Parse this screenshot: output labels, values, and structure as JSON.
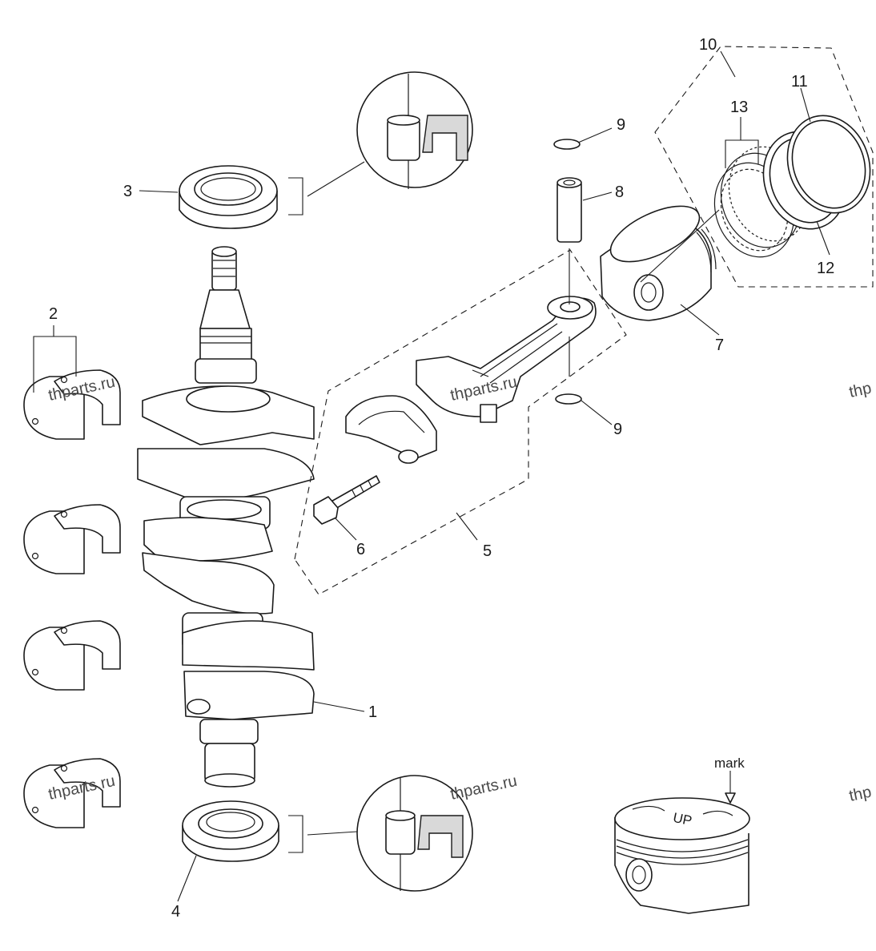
{
  "callouts": {
    "p1": "1",
    "p2": "2",
    "p3": "3",
    "p4": "4",
    "p5": "5",
    "p6": "6",
    "p7": "7",
    "p8": "8",
    "p9_top": "9",
    "p9_bottom": "9",
    "p10": "10",
    "p11": "11",
    "p12": "12",
    "p13": "13"
  },
  "annotations": {
    "mark": "mark",
    "up_stamp": "UP"
  },
  "watermarks": [
    "thparts.ru",
    "thparts.ru",
    "thparts.ru",
    "thparts.ru",
    "thp",
    "thp"
  ],
  "colors": {
    "line": "#1a1a1a",
    "watermark": "#4a4a4a",
    "background": "#ffffff"
  }
}
